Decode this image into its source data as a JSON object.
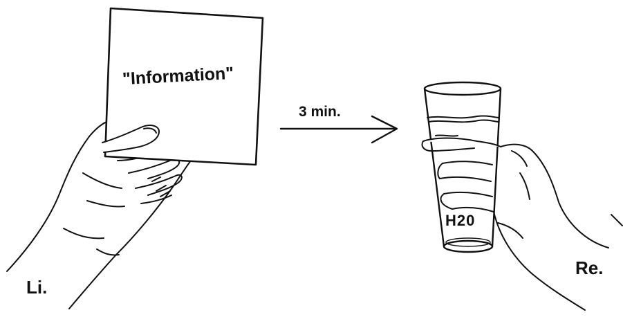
{
  "labels": {
    "card_text": "\"Information\"",
    "arrow_text": "3 min.",
    "glass_text": "H20",
    "left_hand": "Li.",
    "right_hand": "Re."
  },
  "colors": {
    "line": "#111111",
    "background": "#ffffff"
  }
}
